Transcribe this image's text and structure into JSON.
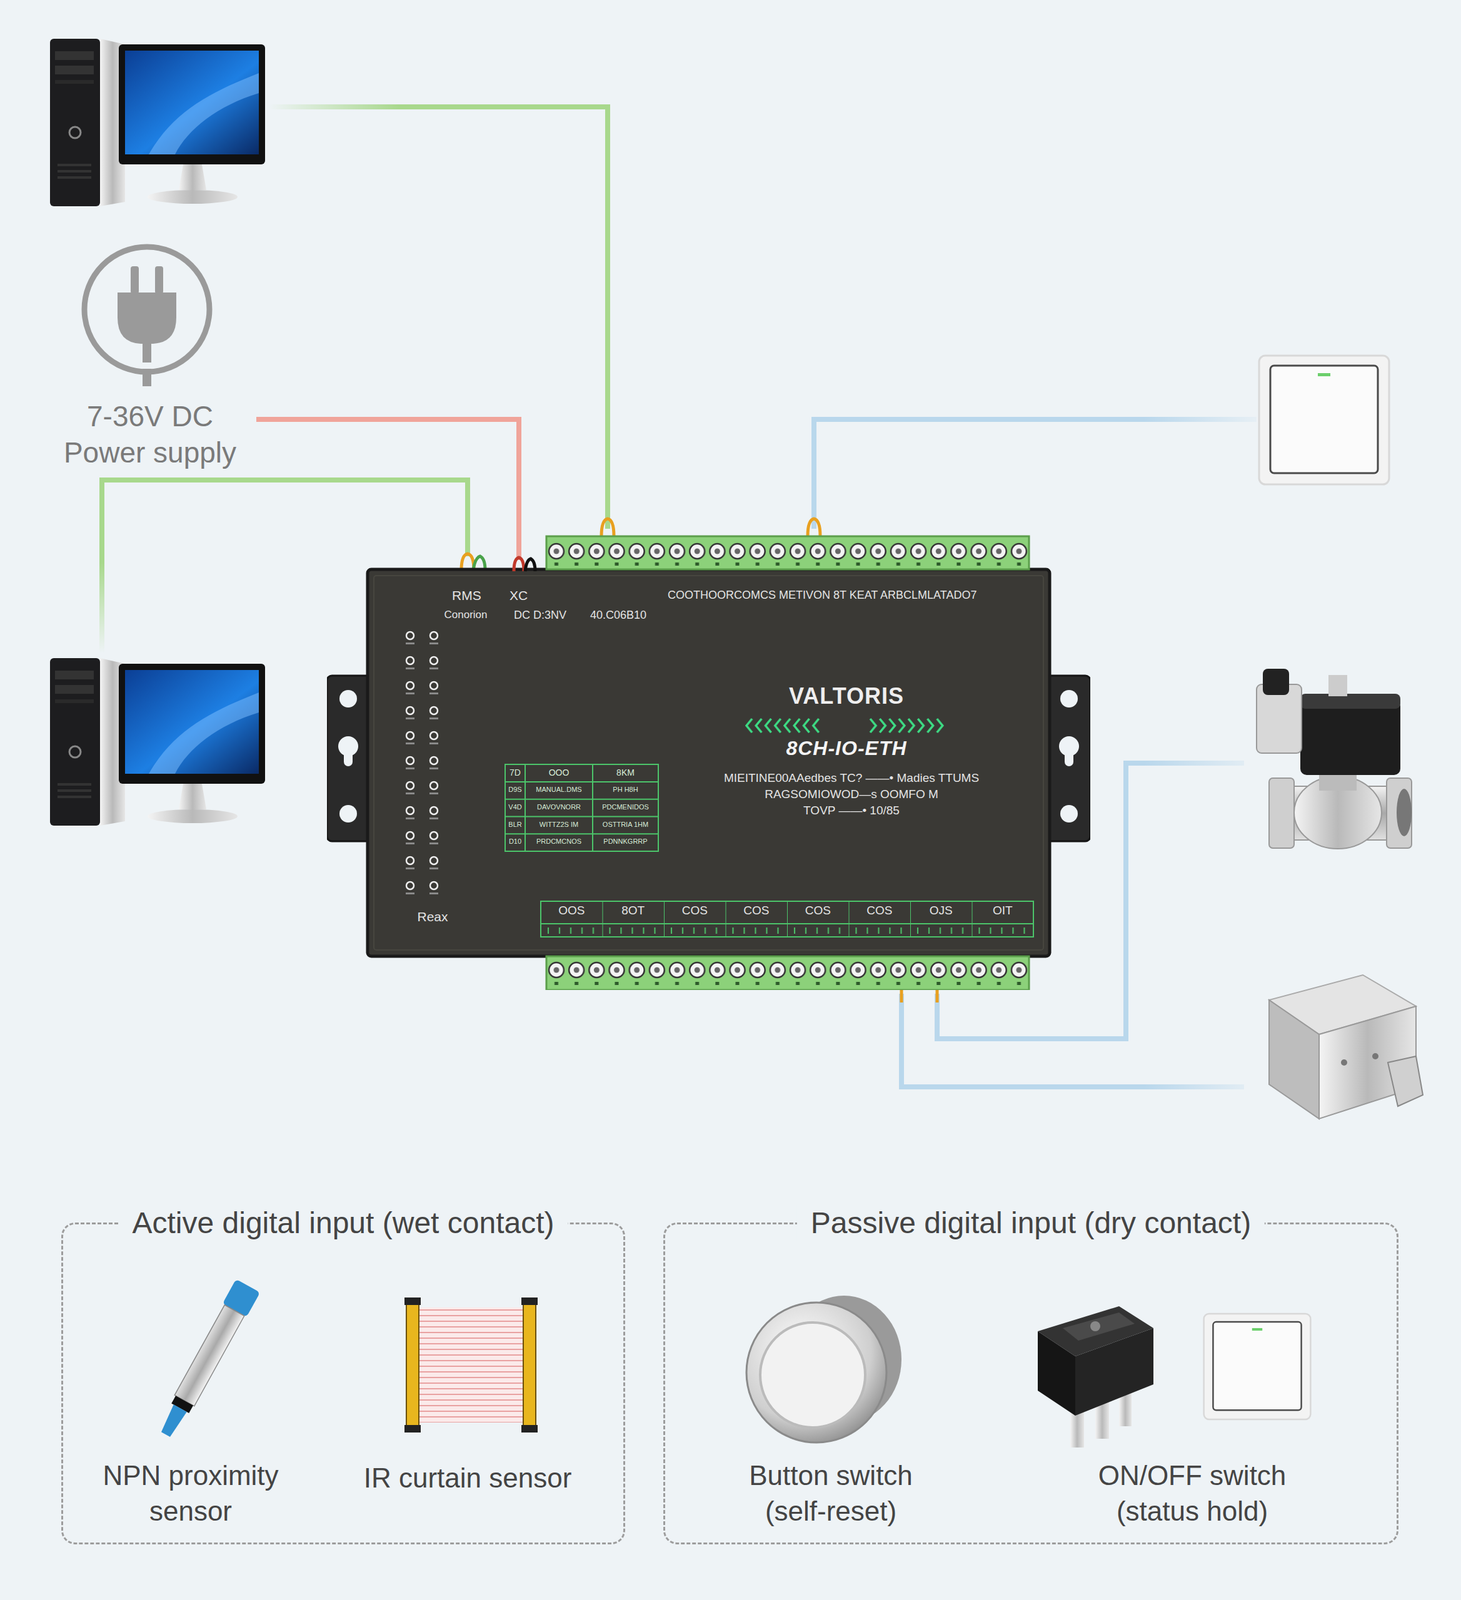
{
  "diagram": {
    "nodes": [
      {
        "text": [
          "7-36V DC Power supply"
        ]
      },
      {
        "text": [
          "RMS",
          "XC",
          "COOTHOORCOMCS METIVON 8T KEAT ARBCLMLATADO7",
          "Conorion",
          "DC D:3NV",
          "40.C06B10",
          "VALTORIS",
          "8CH-IO-ETH",
          "MIEITINE00AAedbes TC? ——• Madies TTUMS",
          "RAGSOMIOWOD—s OOMFO M",
          "TOVP ——• 10/85",
          "Reax",
          "OOS",
          "8OT",
          "COS",
          "COS",
          "COS",
          "COS",
          "OJS",
          "OIT"
        ]
      },
      {
        "text": [
          "Active digital input (wet contact)"
        ]
      },
      {
        "text": [
          "Passive digital input (dry contact)"
        ]
      }
    ],
    "edges": [
      {
        "from": 0,
        "to": 1,
        "arrow": "none"
      }
    ],
    "labels": [
      "7D",
      "OOO",
      "8KM",
      "D9S",
      "MANUAL.DMS",
      "PH H8H",
      "V4D",
      "DAVOVNORR",
      "PDCMENIDOS",
      "BLR",
      "WITTZ2S IM",
      "OSTTRIA 1HM",
      "D10",
      "PRDCMCNOS",
      "PDNNKGRRP",
      "NPN proximity sensor",
      "IR curtain sensor",
      "Button switch (self-reset)",
      "ON/OFF switch (status hold)"
    ]
  }
}
